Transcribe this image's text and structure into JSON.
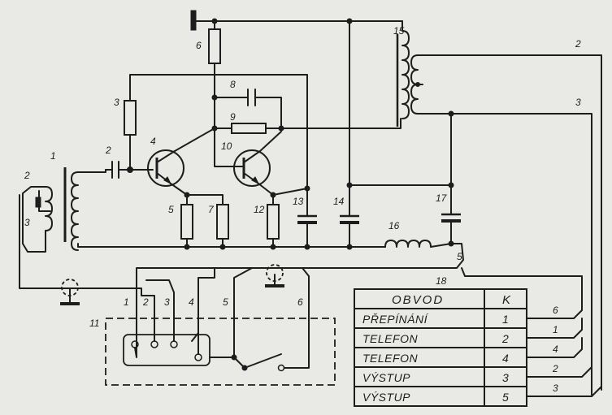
{
  "diagram": {
    "component_labels": {
      "c1": "1",
      "c2": "2",
      "c3": "3",
      "c4": "4",
      "c5": "5",
      "c6": "6",
      "c7": "7",
      "c8": "8",
      "c9": "9",
      "c10": "10",
      "c11": "11",
      "c12": "12",
      "c13": "13",
      "c14": "14",
      "c15": "15",
      "c16": "16",
      "c17": "17",
      "c18": "18"
    },
    "tap_labels": {
      "left_tap_2": "2",
      "left_tap_3": "3",
      "out_tap_2": "2",
      "out_tap_3": "3",
      "out_tap_5": "5"
    },
    "connector_pins": [
      "1",
      "2",
      "3",
      "4",
      "5",
      "6"
    ],
    "table": {
      "headers": {
        "obvod": "OBVOD",
        "k": "K"
      },
      "rows": [
        {
          "obvod": "PŘEPÍNÁNÍ",
          "k": "1",
          "wire": "6"
        },
        {
          "obvod": "TELEFON",
          "k": "2",
          "wire": "1"
        },
        {
          "obvod": "TELEFON",
          "k": "4",
          "wire": "4"
        },
        {
          "obvod": "VÝSTUP",
          "k": "3",
          "wire": "2"
        },
        {
          "obvod": "VÝSTUP",
          "k": "5",
          "wire": "3"
        }
      ]
    }
  }
}
